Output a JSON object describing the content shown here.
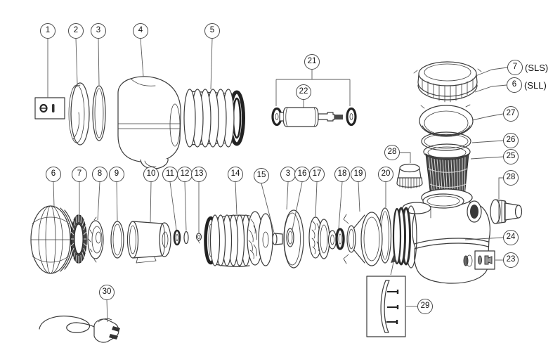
{
  "callout_numbers": {
    "1": "1",
    "2": "2",
    "3": "3",
    "4": "4",
    "5": "5",
    "6": "6",
    "7": "7",
    "8": "8",
    "9": "9",
    "10": "10",
    "11": "11",
    "12": "12",
    "13": "13",
    "14": "14",
    "15": "15",
    "16": "16",
    "17": "17",
    "18": "18",
    "19": "19",
    "20": "20",
    "21": "21",
    "22": "22",
    "23": "23",
    "24": "24",
    "25": "25",
    "26": "26",
    "27": "27",
    "28": "28",
    "29": "29",
    "30": "30"
  },
  "ring_size_labels": {
    "sls": "(SLS)",
    "sll": "(SLL)"
  },
  "colors": {
    "background": "#ffffff",
    "line_art": "#3b3b3b",
    "dark_accent": "#262626",
    "callout_border": "#4a4a4a",
    "text": "#111111"
  }
}
